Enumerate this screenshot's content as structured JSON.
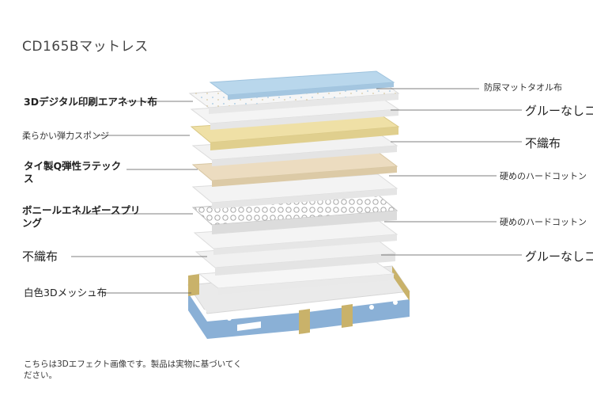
{
  "title": "CD165Bマットレス",
  "layers_left": [
    "3Dデジタル印刷エアネット布",
    "柔らかい弾力スポンジ",
    "タイ製Q弾性ラテックス",
    "ボニールエネルギースプリング",
    "不織布",
    "白色3Dメッシュ布"
  ],
  "layers_right": [
    "防尿マットタオル布",
    "グルーなしコ",
    "不織布",
    "硬めのハードコットン",
    "硬めのハードコットン",
    "グルーなしコ"
  ],
  "note": "こちらは3Dエフェクト画像です。製品は実物に基づいてください。",
  "colors": {
    "top_layer": "#b9d7ec",
    "sponge": "#efe0a6",
    "latex": "#ecdcc0",
    "white_layer": "#f3f3f3",
    "frame": "#8ab0d6",
    "leader_line": "#555555"
  }
}
